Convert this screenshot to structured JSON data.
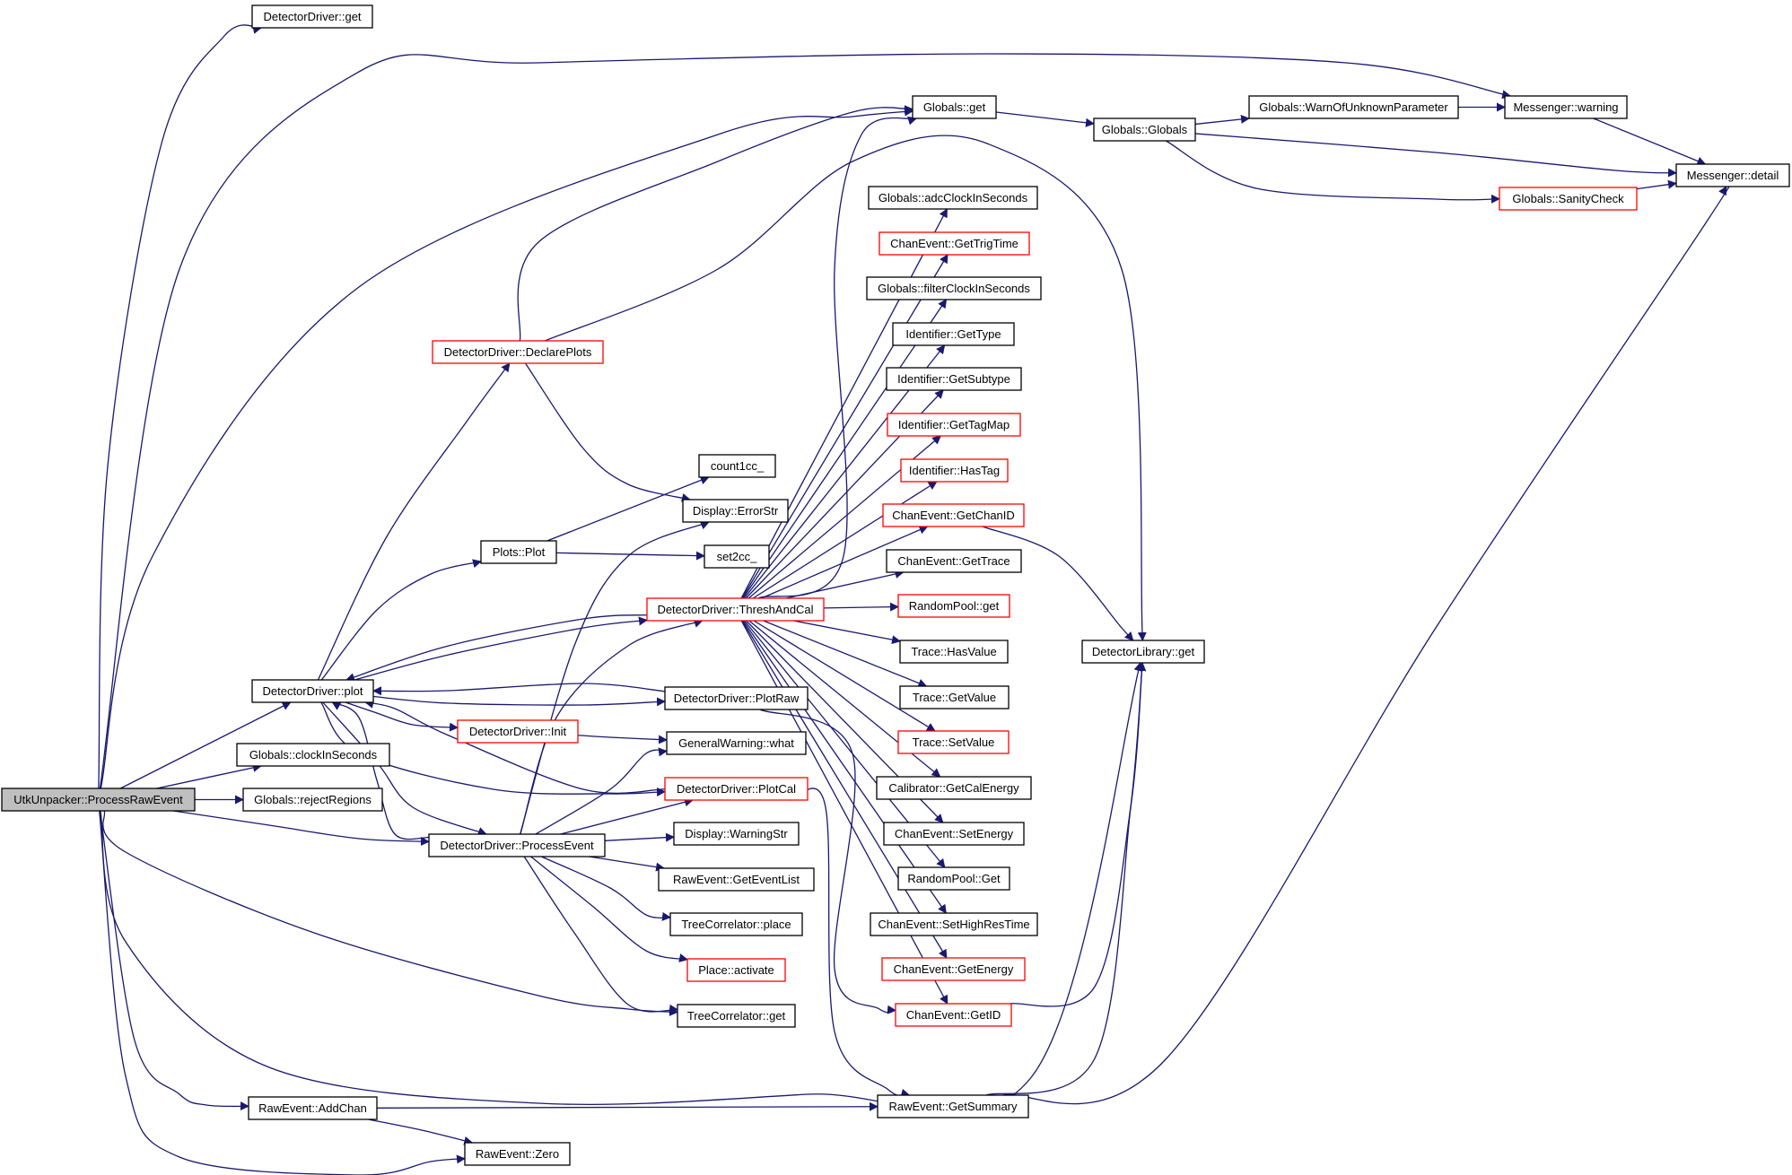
{
  "diagram": {
    "type": "call-graph",
    "nodes": [
      {
        "id": "root",
        "label": "UtkUnpacker::ProcessRawEvent",
        "style": "root"
      },
      {
        "id": "dd_get",
        "label": "DetectorDriver::get",
        "style": "black"
      },
      {
        "id": "glob_get",
        "label": "Globals::get",
        "style": "black"
      },
      {
        "id": "glob_globals",
        "label": "Globals::Globals",
        "style": "black"
      },
      {
        "id": "glob_warn",
        "label": "Globals::WarnOfUnknownParameter",
        "style": "black"
      },
      {
        "id": "msg_warning",
        "label": "Messenger::warning",
        "style": "black"
      },
      {
        "id": "msg_detail",
        "label": "Messenger::detail",
        "style": "black"
      },
      {
        "id": "glob_sanity",
        "label": "Globals::SanityCheck",
        "style": "red"
      },
      {
        "id": "glob_adc",
        "label": "Globals::adcClockInSeconds",
        "style": "black"
      },
      {
        "id": "ce_trig",
        "label": "ChanEvent::GetTrigTime",
        "style": "red"
      },
      {
        "id": "glob_filter",
        "label": "Globals::filterClockInSeconds",
        "style": "black"
      },
      {
        "id": "id_type",
        "label": "Identifier::GetType",
        "style": "black"
      },
      {
        "id": "id_subtype",
        "label": "Identifier::GetSubtype",
        "style": "black"
      },
      {
        "id": "id_tagmap",
        "label": "Identifier::GetTagMap",
        "style": "red"
      },
      {
        "id": "id_hastag",
        "label": "Identifier::HasTag",
        "style": "red"
      },
      {
        "id": "ce_chanid",
        "label": "ChanEvent::GetChanID",
        "style": "red"
      },
      {
        "id": "ce_trace",
        "label": "ChanEvent::GetTrace",
        "style": "black"
      },
      {
        "id": "rp_get",
        "label": "RandomPool::get",
        "style": "red"
      },
      {
        "id": "tr_hasvalue",
        "label": "Trace::HasValue",
        "style": "black"
      },
      {
        "id": "tr_getvalue",
        "label": "Trace::GetValue",
        "style": "black"
      },
      {
        "id": "tr_setvalue",
        "label": "Trace::SetValue",
        "style": "red"
      },
      {
        "id": "cal_energy",
        "label": "Calibrator::GetCalEnergy",
        "style": "black"
      },
      {
        "id": "ce_setenergy",
        "label": "ChanEvent::SetEnergy",
        "style": "black"
      },
      {
        "id": "rp_Get",
        "label": "RandomPool::Get",
        "style": "black"
      },
      {
        "id": "ce_sethrt",
        "label": "ChanEvent::SetHighResTime",
        "style": "black"
      },
      {
        "id": "ce_getenergy",
        "label": "ChanEvent::GetEnergy",
        "style": "red"
      },
      {
        "id": "ce_getid",
        "label": "ChanEvent::GetID",
        "style": "red"
      },
      {
        "id": "re_summary",
        "label": "RawEvent::GetSummary",
        "style": "black"
      },
      {
        "id": "dl_get",
        "label": "DetectorLibrary::get",
        "style": "black"
      },
      {
        "id": "dd_declare",
        "label": "DetectorDriver::DeclarePlots",
        "style": "red"
      },
      {
        "id": "count1cc",
        "label": "count1cc_",
        "style": "black"
      },
      {
        "id": "disp_error",
        "label": "Display::ErrorStr",
        "style": "black"
      },
      {
        "id": "plots_plot",
        "label": "Plots::Plot",
        "style": "black"
      },
      {
        "id": "set2cc",
        "label": "set2cc_",
        "style": "black"
      },
      {
        "id": "dd_thresh",
        "label": "DetectorDriver::ThreshAndCal",
        "style": "red"
      },
      {
        "id": "dd_plot",
        "label": "DetectorDriver::plot",
        "style": "black"
      },
      {
        "id": "dd_plotraw",
        "label": "DetectorDriver::PlotRaw",
        "style": "black"
      },
      {
        "id": "dd_init",
        "label": "DetectorDriver::Init",
        "style": "red"
      },
      {
        "id": "gw_what",
        "label": "GeneralWarning::what",
        "style": "black"
      },
      {
        "id": "glob_clock",
        "label": "Globals::clockInSeconds",
        "style": "black"
      },
      {
        "id": "dd_plotcal",
        "label": "DetectorDriver::PlotCal",
        "style": "red"
      },
      {
        "id": "glob_reject",
        "label": "Globals::rejectRegions",
        "style": "black"
      },
      {
        "id": "disp_warn",
        "label": "Display::WarningStr",
        "style": "black"
      },
      {
        "id": "dd_process",
        "label": "DetectorDriver::ProcessEvent",
        "style": "black"
      },
      {
        "id": "re_eventlist",
        "label": "RawEvent::GetEventList",
        "style": "black"
      },
      {
        "id": "tc_place",
        "label": "TreeCorrelator::place",
        "style": "black"
      },
      {
        "id": "place_activate",
        "label": "Place::activate",
        "style": "red"
      },
      {
        "id": "tc_get",
        "label": "TreeCorrelator::get",
        "style": "black"
      },
      {
        "id": "re_addchan",
        "label": "RawEvent::AddChan",
        "style": "black"
      },
      {
        "id": "re_zero",
        "label": "RawEvent::Zero",
        "style": "black"
      }
    ],
    "edges": [
      [
        "root",
        "dd_get"
      ],
      [
        "root",
        "msg_warning"
      ],
      [
        "root",
        "glob_get"
      ],
      [
        "root",
        "dd_plot"
      ],
      [
        "root",
        "glob_clock"
      ],
      [
        "root",
        "glob_reject"
      ],
      [
        "root",
        "dd_process"
      ],
      [
        "root",
        "tc_get"
      ],
      [
        "root",
        "dl_get"
      ],
      [
        "root",
        "re_addchan"
      ],
      [
        "root",
        "re_zero"
      ],
      [
        "glob_get",
        "glob_globals"
      ],
      [
        "glob_globals",
        "glob_warn"
      ],
      [
        "glob_globals",
        "msg_detail"
      ],
      [
        "glob_globals",
        "glob_sanity"
      ],
      [
        "glob_warn",
        "msg_warning"
      ],
      [
        "msg_warning",
        "msg_detail"
      ],
      [
        "glob_sanity",
        "msg_detail"
      ],
      [
        "dd_declare",
        "glob_get"
      ],
      [
        "dd_declare",
        "dl_get"
      ],
      [
        "dd_declare",
        "disp_error"
      ],
      [
        "plots_plot",
        "count1cc"
      ],
      [
        "plots_plot",
        "set2cc"
      ],
      [
        "dd_plot",
        "dd_declare"
      ],
      [
        "dd_plot",
        "plots_plot"
      ],
      [
        "dd_plot",
        "dd_thresh"
      ],
      [
        "dd_plot",
        "dd_plotraw"
      ],
      [
        "dd_plot",
        "dd_init"
      ],
      [
        "dd_plot",
        "dd_plotcal"
      ],
      [
        "dd_plot",
        "dd_process"
      ],
      [
        "dd_plotraw",
        "dd_plot"
      ],
      [
        "dd_plotcal",
        "dd_plot"
      ],
      [
        "dd_thresh",
        "dd_plot"
      ],
      [
        "dd_process",
        "dd_plot"
      ],
      [
        "dd_init",
        "gw_what"
      ],
      [
        "dd_plotraw",
        "ce_getid"
      ],
      [
        "dd_plotcal",
        "re_summary"
      ],
      [
        "dd_thresh",
        "glob_get"
      ],
      [
        "dd_thresh",
        "glob_adc"
      ],
      [
        "dd_thresh",
        "ce_trig"
      ],
      [
        "dd_thresh",
        "glob_filter"
      ],
      [
        "dd_thresh",
        "id_type"
      ],
      [
        "dd_thresh",
        "id_subtype"
      ],
      [
        "dd_thresh",
        "id_tagmap"
      ],
      [
        "dd_thresh",
        "id_hastag"
      ],
      [
        "dd_thresh",
        "ce_chanid"
      ],
      [
        "dd_thresh",
        "ce_trace"
      ],
      [
        "dd_thresh",
        "rp_get"
      ],
      [
        "dd_thresh",
        "tr_hasvalue"
      ],
      [
        "dd_thresh",
        "tr_getvalue"
      ],
      [
        "dd_thresh",
        "tr_setvalue"
      ],
      [
        "dd_thresh",
        "cal_energy"
      ],
      [
        "dd_thresh",
        "ce_setenergy"
      ],
      [
        "dd_thresh",
        "rp_Get"
      ],
      [
        "dd_thresh",
        "ce_sethrt"
      ],
      [
        "dd_thresh",
        "ce_getenergy"
      ],
      [
        "dd_thresh",
        "ce_getid"
      ],
      [
        "ce_chanid",
        "dl_get"
      ],
      [
        "ce_getid",
        "dl_get"
      ],
      [
        "re_summary",
        "dl_get"
      ],
      [
        "re_summary",
        "msg_detail"
      ],
      [
        "dd_process",
        "disp_error"
      ],
      [
        "dd_process",
        "dd_thresh"
      ],
      [
        "dd_process",
        "gw_what"
      ],
      [
        "dd_process",
        "dd_plotcal"
      ],
      [
        "dd_process",
        "disp_warn"
      ],
      [
        "dd_process",
        "re_eventlist"
      ],
      [
        "dd_process",
        "tc_place"
      ],
      [
        "dd_process",
        "place_activate"
      ],
      [
        "dd_process",
        "tc_get"
      ],
      [
        "re_addchan",
        "re_summary"
      ],
      [
        "re_addchan",
        "re_zero"
      ]
    ]
  }
}
